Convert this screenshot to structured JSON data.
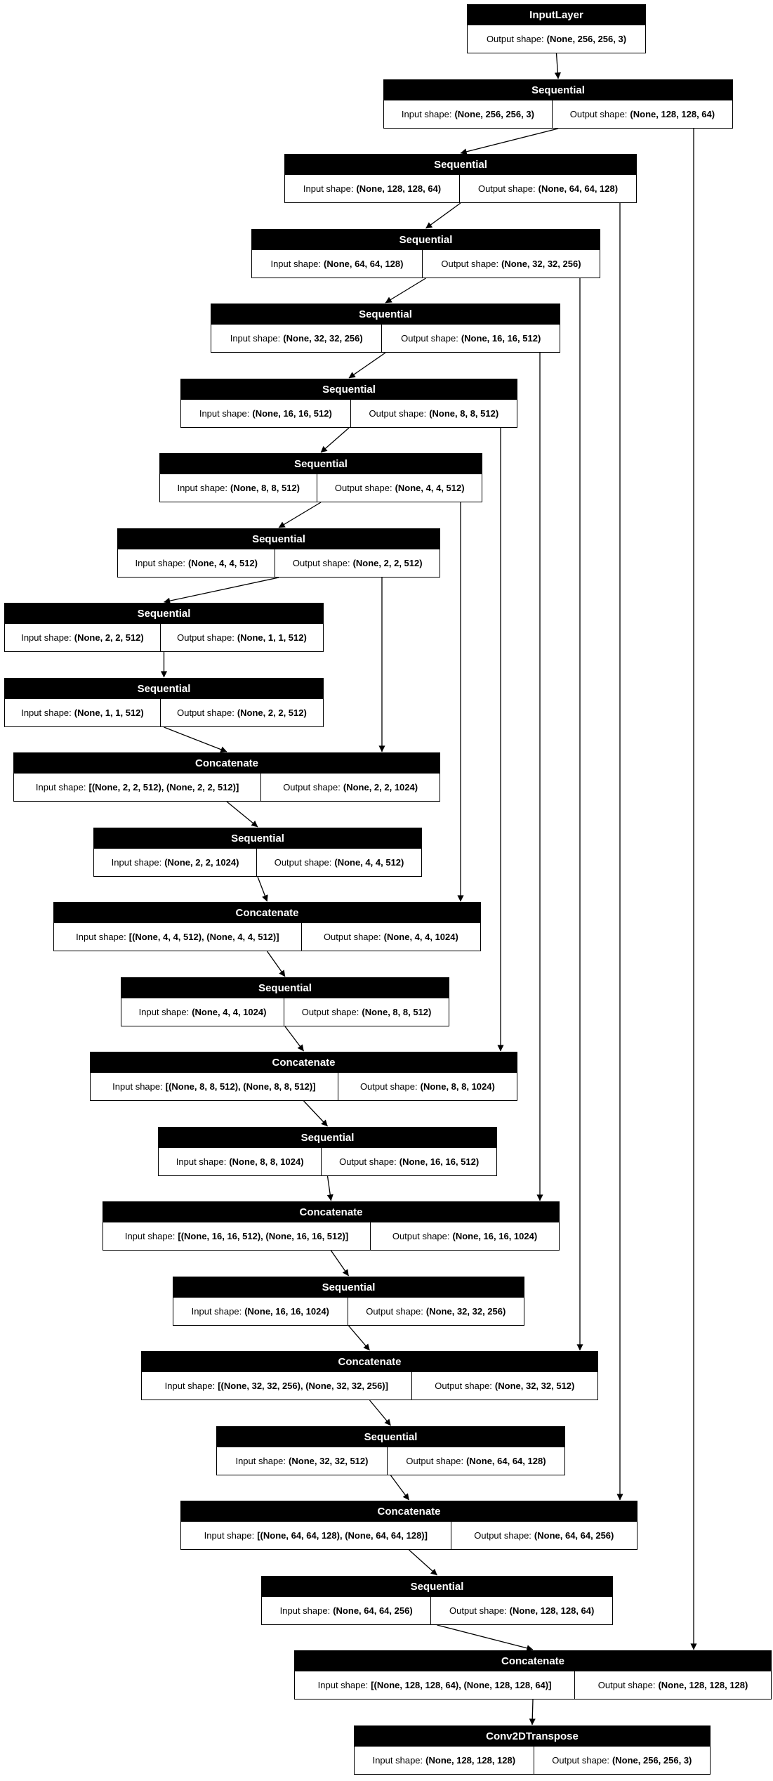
{
  "diagram": {
    "labels": {
      "input_prefix": "Input shape:",
      "output_prefix": "Output shape:"
    },
    "colors": {
      "canvas_bg": "#ffffff",
      "node_header_bg": "#000000",
      "node_header_text": "#ffffff",
      "node_body_bg": "#ffffff",
      "node_border": "#000000",
      "edge": "#000000"
    },
    "nodes": [
      {
        "type": "InputLayer",
        "output_shape": "(None, 256, 256, 3)"
      },
      {
        "type": "Sequential",
        "input_shape": "(None, 256, 256, 3)",
        "output_shape": "(None, 128, 128, 64)"
      },
      {
        "type": "Sequential",
        "input_shape": "(None, 128, 128, 64)",
        "output_shape": "(None, 64, 64, 128)"
      },
      {
        "type": "Sequential",
        "input_shape": "(None, 64, 64, 128)",
        "output_shape": "(None, 32, 32, 256)"
      },
      {
        "type": "Sequential",
        "input_shape": "(None, 32, 32, 256)",
        "output_shape": "(None, 16, 16, 512)"
      },
      {
        "type": "Sequential",
        "input_shape": "(None, 16, 16, 512)",
        "output_shape": "(None, 8, 8, 512)"
      },
      {
        "type": "Sequential",
        "input_shape": "(None, 8, 8, 512)",
        "output_shape": "(None, 4, 4, 512)"
      },
      {
        "type": "Sequential",
        "input_shape": "(None, 4, 4, 512)",
        "output_shape": "(None, 2, 2, 512)"
      },
      {
        "type": "Sequential",
        "input_shape": "(None, 2, 2, 512)",
        "output_shape": "(None, 1, 1, 512)"
      },
      {
        "type": "Sequential",
        "input_shape": "(None, 1, 1, 512)",
        "output_shape": "(None, 2, 2, 512)"
      },
      {
        "type": "Concatenate",
        "input_shape": "[(None, 2, 2, 512), (None, 2, 2, 512)]",
        "output_shape": "(None, 2, 2, 1024)"
      },
      {
        "type": "Sequential",
        "input_shape": "(None, 2, 2, 1024)",
        "output_shape": "(None, 4, 4, 512)"
      },
      {
        "type": "Concatenate",
        "input_shape": "[(None, 4, 4, 512), (None, 4, 4, 512)]",
        "output_shape": "(None, 4, 4, 1024)"
      },
      {
        "type": "Sequential",
        "input_shape": "(None, 4, 4, 1024)",
        "output_shape": "(None, 8, 8, 512)"
      },
      {
        "type": "Concatenate",
        "input_shape": "[(None, 8, 8, 512), (None, 8, 8, 512)]",
        "output_shape": "(None, 8, 8, 1024)"
      },
      {
        "type": "Sequential",
        "input_shape": "(None, 8, 8, 1024)",
        "output_shape": "(None, 16, 16, 512)"
      },
      {
        "type": "Concatenate",
        "input_shape": "[(None, 16, 16, 512), (None, 16, 16, 512)]",
        "output_shape": "(None, 16, 16, 1024)"
      },
      {
        "type": "Sequential",
        "input_shape": "(None, 16, 16, 1024)",
        "output_shape": "(None, 32, 32, 256)"
      },
      {
        "type": "Concatenate",
        "input_shape": "[(None, 32, 32, 256), (None, 32, 32, 256)]",
        "output_shape": "(None, 32, 32, 512)"
      },
      {
        "type": "Sequential",
        "input_shape": "(None, 32, 32, 512)",
        "output_shape": "(None, 64, 64, 128)"
      },
      {
        "type": "Concatenate",
        "input_shape": "[(None, 64, 64, 128), (None, 64, 64, 128)]",
        "output_shape": "(None, 64, 64, 256)"
      },
      {
        "type": "Sequential",
        "input_shape": "(None, 64, 64, 256)",
        "output_shape": "(None, 128, 128, 64)"
      },
      {
        "type": "Concatenate",
        "input_shape": "[(None, 128, 128, 64), (None, 128, 128, 64)]",
        "output_shape": "(None, 128, 128, 128)"
      },
      {
        "type": "Conv2DTranspose",
        "input_shape": "(None, 128, 128, 128)",
        "output_shape": "(None, 256, 256, 3)"
      }
    ],
    "edges": {
      "main": [
        [
          0,
          1
        ],
        [
          1,
          2
        ],
        [
          2,
          3
        ],
        [
          3,
          4
        ],
        [
          4,
          5
        ],
        [
          5,
          6
        ],
        [
          6,
          7
        ],
        [
          7,
          8
        ],
        [
          8,
          9
        ],
        [
          9,
          10
        ],
        [
          10,
          11
        ],
        [
          11,
          12
        ],
        [
          12,
          13
        ],
        [
          13,
          14
        ],
        [
          14,
          15
        ],
        [
          15,
          16
        ],
        [
          16,
          17
        ],
        [
          17,
          18
        ],
        [
          18,
          19
        ],
        [
          19,
          20
        ],
        [
          20,
          21
        ],
        [
          21,
          22
        ],
        [
          22,
          23
        ]
      ],
      "skip": [
        [
          7,
          10
        ],
        [
          6,
          12
        ],
        [
          5,
          14
        ],
        [
          4,
          16
        ],
        [
          3,
          18
        ],
        [
          2,
          20
        ],
        [
          1,
          22
        ]
      ]
    }
  }
}
